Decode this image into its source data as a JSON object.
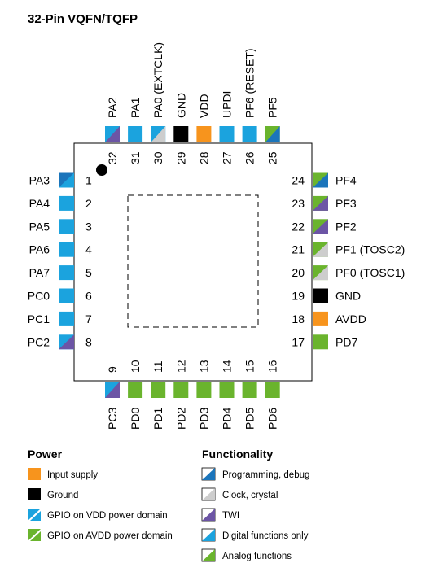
{
  "title": "32-Pin VQFN/TQFP",
  "colors": {
    "input_supply": "#F7941D",
    "ground": "#000000",
    "gpio_vdd": "#1BA3DE",
    "gpio_avdd": "#6AB42D",
    "programming": "#1B75BB",
    "clock": "#CDCDCD",
    "twi": "#6C55A5",
    "digital": "#1BA3DE",
    "analog": "#6AB42D"
  },
  "pins": {
    "left": [
      {
        "num": "1",
        "label": "PA3"
      },
      {
        "num": "2",
        "label": "PA4"
      },
      {
        "num": "3",
        "label": "PA5"
      },
      {
        "num": "4",
        "label": "PA6"
      },
      {
        "num": "5",
        "label": "PA7"
      },
      {
        "num": "6",
        "label": "PC0"
      },
      {
        "num": "7",
        "label": "PC1"
      },
      {
        "num": "8",
        "label": "PC2"
      }
    ],
    "bottom": [
      {
        "num": "9",
        "label": "PC3"
      },
      {
        "num": "10",
        "label": "PD0"
      },
      {
        "num": "11",
        "label": "PD1"
      },
      {
        "num": "12",
        "label": "PD2"
      },
      {
        "num": "13",
        "label": "PD3"
      },
      {
        "num": "14",
        "label": "PD4"
      },
      {
        "num": "15",
        "label": "PD5"
      },
      {
        "num": "16",
        "label": "PD6"
      }
    ],
    "right": [
      {
        "num": "24",
        "label": "PF4"
      },
      {
        "num": "23",
        "label": "PF3"
      },
      {
        "num": "22",
        "label": "PF2"
      },
      {
        "num": "21",
        "label": "PF1 (TOSC2)"
      },
      {
        "num": "20",
        "label": "PF0 (TOSC1)"
      },
      {
        "num": "19",
        "label": "GND"
      },
      {
        "num": "18",
        "label": "AVDD"
      },
      {
        "num": "17",
        "label": "PD7"
      }
    ],
    "top": [
      {
        "num": "32",
        "label": "PA2"
      },
      {
        "num": "31",
        "label": "PA1"
      },
      {
        "num": "30",
        "label": "PA0 (EXTCLK)"
      },
      {
        "num": "29",
        "label": "GND"
      },
      {
        "num": "28",
        "label": "VDD"
      },
      {
        "num": "27",
        "label": "UPDI"
      },
      {
        "num": "26",
        "label": "PF6 (RESET)"
      },
      {
        "num": "25",
        "label": "PF5"
      }
    ]
  },
  "legend": {
    "power_title": "Power",
    "power_items": [
      "Input supply",
      "Ground",
      "GPIO on VDD power domain",
      "GPIO on AVDD power domain"
    ],
    "functionality_title": "Functionality",
    "functionality_items": [
      "Programming, debug",
      "Clock, crystal",
      "TWI",
      "Digital functions only",
      "Analog functions"
    ]
  }
}
